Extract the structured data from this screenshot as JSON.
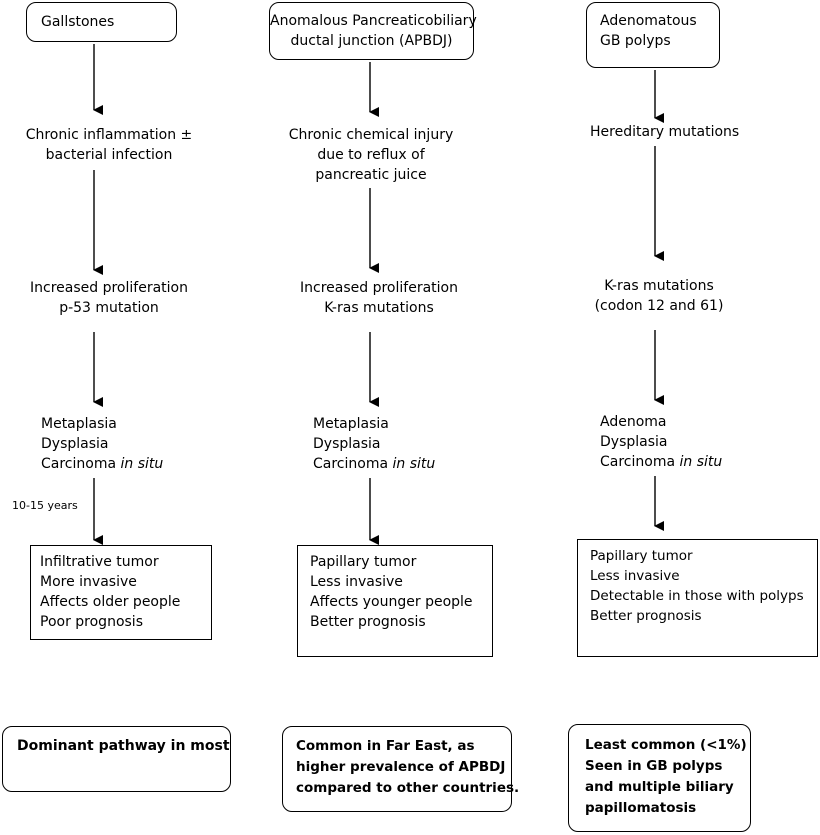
{
  "columns": [
    {
      "source": [
        "Gallstones"
      ],
      "step1": [
        "Chronic inflammation ±",
        "bacterial infection"
      ],
      "step2": [
        "Increased proliferation",
        "p-53 mutation"
      ],
      "step3": [
        "Metaplasia",
        "Dysplasia",
        "Carcinoma "
      ],
      "step3_italic": "in situ",
      "arrow_label": "10-15 years",
      "outcome": [
        "Infiltrative tumor",
        "More invasive",
        "Affects older people",
        "Poor prognosis"
      ],
      "note": [
        "Dominant pathway in most"
      ]
    },
    {
      "source": [
        "Anomalous Pancreaticobiliary",
        "ductal junction  (APBDJ)"
      ],
      "step1": [
        "Chronic chemical injury",
        "due to reflux of",
        "pancreatic juice"
      ],
      "step2": [
        "Increased proliferation",
        "K-ras mutations"
      ],
      "step3": [
        "Metaplasia",
        "Dysplasia",
        "Carcinoma "
      ],
      "step3_italic": "in situ",
      "outcome": [
        "Papillary tumor",
        "Less invasive",
        "Affects younger people",
        "Better prognosis"
      ],
      "note": [
        "Common in Far East, as",
        "higher prevalence of APBDJ",
        "compared to other countries."
      ]
    },
    {
      "source": [
        "Adenomatous",
        "GB polyps"
      ],
      "step1": [
        "Hereditary mutations"
      ],
      "step2": [
        "K-ras mutations",
        "(codon 12 and 61)"
      ],
      "step3": [
        "Adenoma",
        "Dysplasia",
        "Carcinoma "
      ],
      "step3_italic": "in situ",
      "outcome": [
        "Papillary tumor",
        "Less invasive",
        "Detectable in those with polyps",
        "Better prognosis"
      ],
      "note": [
        "Least common (<1%)",
        "Seen in GB polyps",
        "and multiple biliary",
        "papillomatosis"
      ]
    }
  ]
}
